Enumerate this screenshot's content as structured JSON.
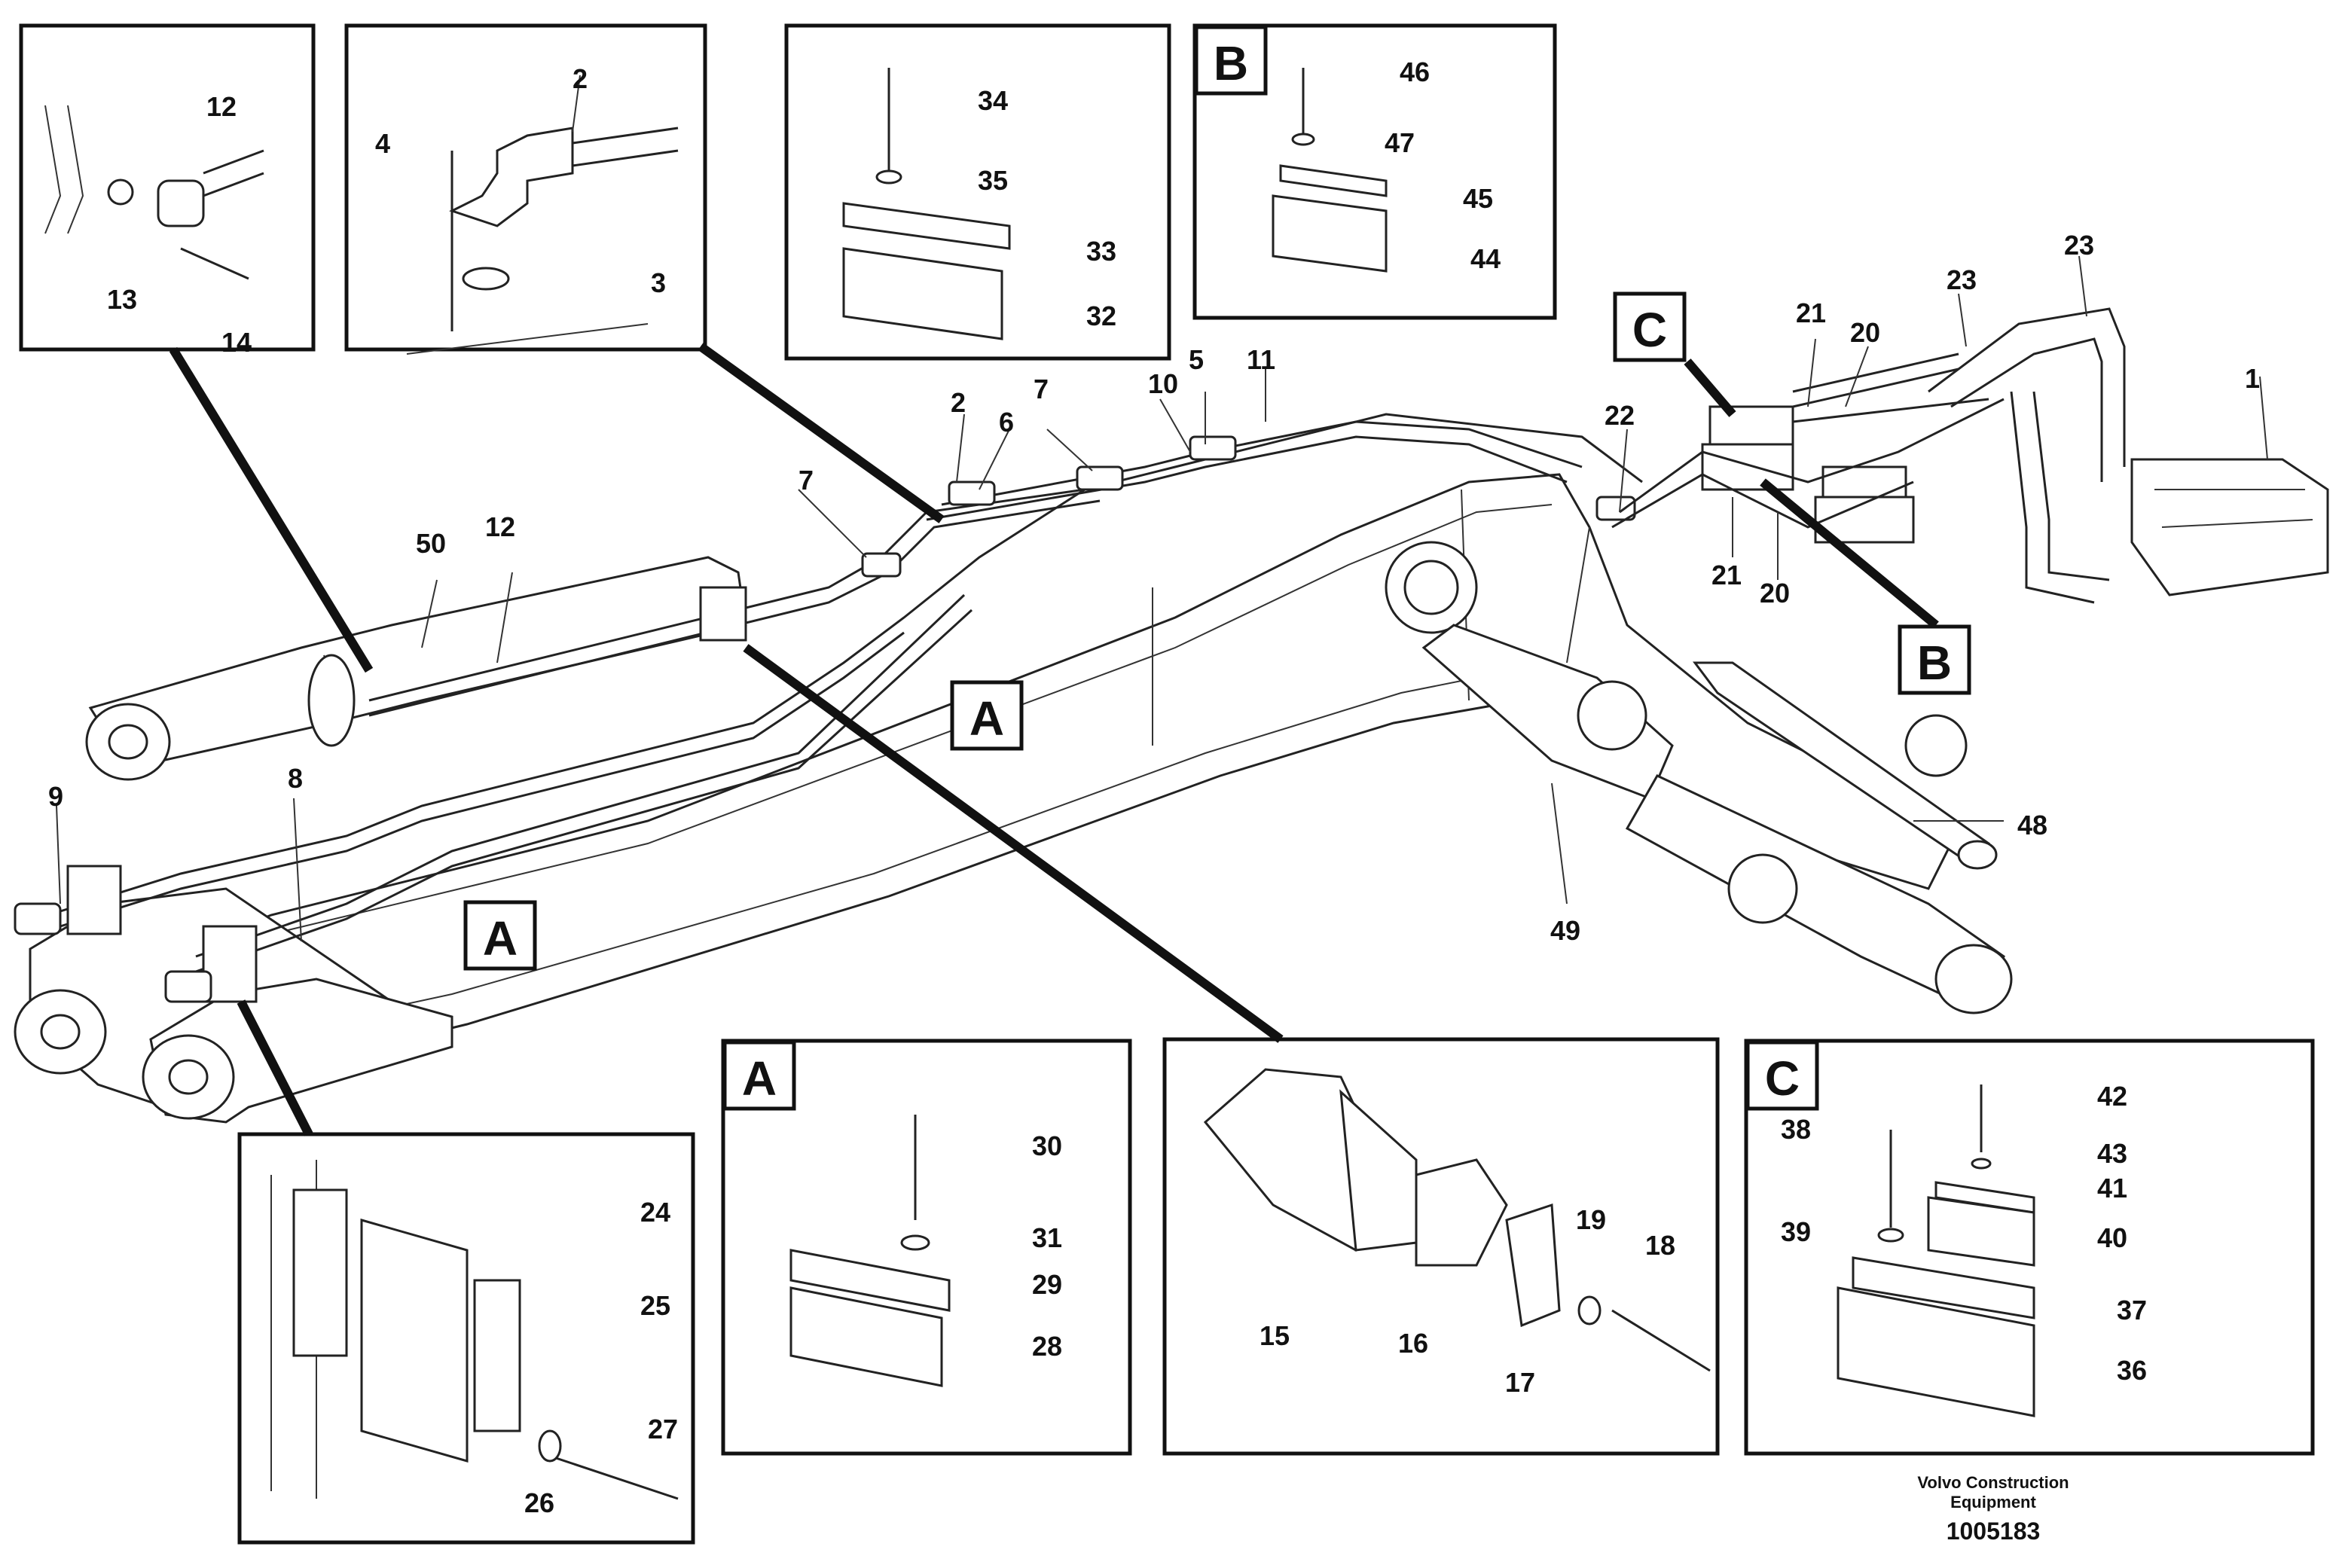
{
  "labels": {
    "l1": "1",
    "l2a": "2",
    "l2b": "2",
    "l3": "3",
    "l4": "4",
    "l5": "5",
    "l6": "6",
    "l7a": "7",
    "l7b": "7",
    "l8": "8",
    "l9": "9",
    "l10": "10",
    "l11": "11",
    "l12a": "12",
    "l12b": "12",
    "l13": "13",
    "l14": "14",
    "l15": "15",
    "l16": "16",
    "l17": "17",
    "l18": "18",
    "l19": "19",
    "l20a": "20",
    "l20b": "20",
    "l21a": "21",
    "l21b": "21",
    "l22": "22",
    "l23a": "23",
    "l23b": "23",
    "l24": "24",
    "l25": "25",
    "l26": "26",
    "l27": "27",
    "l28": "28",
    "l29": "29",
    "l30": "30",
    "l31": "31",
    "l32": "32",
    "l33": "33",
    "l34": "34",
    "l35": "35",
    "l36": "36",
    "l37": "37",
    "l38": "38",
    "l39": "39",
    "l40": "40",
    "l41": "41",
    "l42": "42",
    "l43": "43",
    "l44": "44",
    "l45": "45",
    "l46": "46",
    "l47": "47",
    "l48": "48",
    "l49": "49",
    "l50": "50"
  },
  "callouts": {
    "a_main_1": "A",
    "a_main_2": "A",
    "a_box": "A",
    "b_main": "B",
    "b_box": "B",
    "c_main": "C",
    "c_box": "C"
  },
  "footer": {
    "maker_line1": "Volvo Construction",
    "maker_line2": "Equipment",
    "drawing_number": "1005183"
  }
}
